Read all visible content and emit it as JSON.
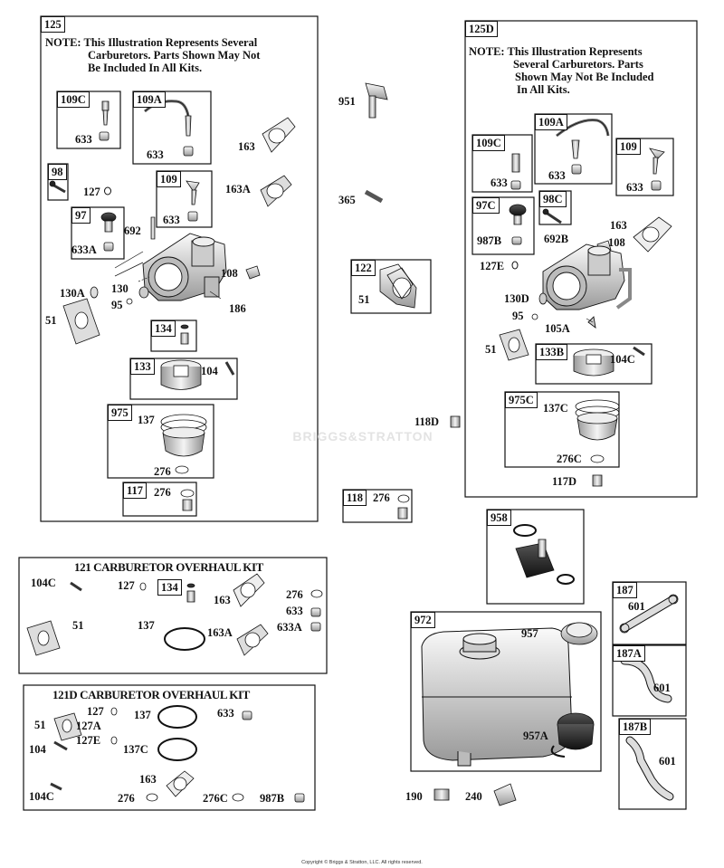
{
  "copyright": "Copyright © Briggs & Stratton, LLC. All rights reserved.",
  "watermark": "BRIGGS&STRATTON",
  "panel125": {
    "tag": "125",
    "note_line1": "NOTE: This Illustration Represents Several",
    "note_line2": "Carburetors. Parts Shown May Not",
    "note_line3": "Be Included In All Kits.",
    "box_109c": "109C",
    "box_109a": "109A",
    "box_98": "98",
    "box_97": "97",
    "box_109": "109",
    "box_134": "134",
    "box_133": "133",
    "box_975": "975",
    "box_117": "117",
    "p633_a": "633",
    "p633_b": "633",
    "p633_c": "633",
    "p633a": "633A",
    "p127": "127",
    "p692": "692",
    "p163": "163",
    "p163a": "163A",
    "p108": "108",
    "p130a": "130A",
    "p130": "130",
    "p95": "95",
    "p186": "186",
    "p51": "51",
    "p104": "104",
    "p137": "137",
    "p276_a": "276",
    "p276_b": "276"
  },
  "panel125d": {
    "tag": "125D",
    "note_line1": "NOTE: This Illustration Represents",
    "note_line2": "Several Carburetors. Parts",
    "note_line3": "Shown May Not Be Included",
    "note_line4": "In All Kits.",
    "box_109a": "109A",
    "box_109c": "109C",
    "box_109": "109",
    "box_97c": "97C",
    "box_98c": "98C",
    "box_133b": "133B",
    "box_975c": "975C",
    "p633_a": "633",
    "p633_b": "633",
    "p633_c": "633",
    "p987b": "987B",
    "p692b": "692B",
    "p163": "163",
    "p108": "108",
    "p127e": "127E",
    "p130d": "130D",
    "p95": "95",
    "p105a": "105A",
    "p51": "51",
    "p104c": "104C",
    "p137c": "137C",
    "p276c": "276C",
    "p117d": "117D"
  },
  "middle": {
    "p951": "951",
    "p365": "365",
    "box_122": "122",
    "p51": "51",
    "p118d": "118D",
    "box_118": "118",
    "p276": "276"
  },
  "kit121": {
    "title": "121 CARBURETOR OVERHAUL KIT",
    "p104c": "104C",
    "p127": "127",
    "box_134": "134",
    "p163": "163",
    "p276": "276",
    "p633": "633",
    "p633a": "633A",
    "p51": "51",
    "p137": "137",
    "p163a": "163A"
  },
  "kit121d": {
    "title": "121D CARBURETOR OVERHAUL KIT",
    "p127": "127",
    "p127a": "127A",
    "p127e": "127E",
    "p51": "51",
    "p104": "104",
    "p137": "137",
    "p633": "633",
    "p137c": "137C",
    "p163": "163",
    "p104c": "104C",
    "p276": "276",
    "p276c": "276C",
    "p987b": "987B"
  },
  "right": {
    "box_958": "958",
    "box_972": "972",
    "p957": "957",
    "p957a": "957A",
    "box_187": "187",
    "p601_a": "601",
    "box_187a": "187A",
    "p601_b": "601",
    "box_187b": "187B",
    "p601_c": "601",
    "p190": "190",
    "p240": "240"
  }
}
